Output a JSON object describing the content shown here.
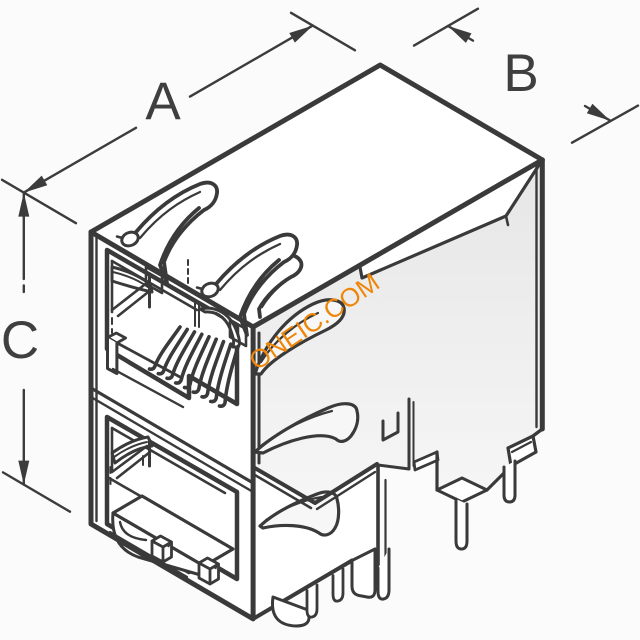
{
  "diagram": {
    "title": "isometric line drawing of a stacked dual-port RJ45 modular jack connector",
    "dimension_labels": {
      "a": "A",
      "b": "B",
      "c": "C"
    },
    "watermark": {
      "text": "ONEIC.COM",
      "color": "#ee8609"
    },
    "colors": {
      "background": "#fbfbfb",
      "line": "#3a3a3a",
      "label": "#3f3f3f",
      "side_face_shade": "#e9e9e9",
      "face_light": "#ffffff"
    }
  }
}
